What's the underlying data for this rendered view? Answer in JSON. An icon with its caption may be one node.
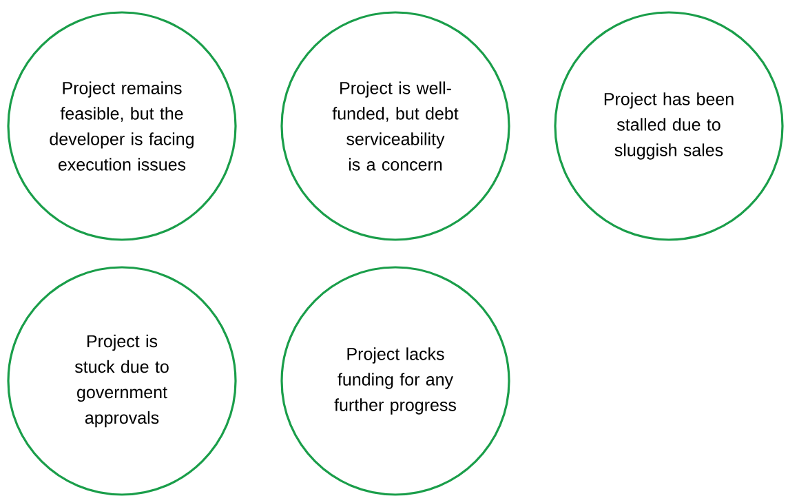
{
  "diagram": {
    "nodes": [
      {
        "text": [
          "Project remains feasible, but the developer is facing execution issues"
        ]
      },
      {
        "text": [
          "Project is well-funded, but debt serviceability is a concern"
        ]
      },
      {
        "text": [
          "Project has been stalled due to sluggish sales"
        ]
      },
      {
        "text": [
          "Project is stuck due to government approvals"
        ]
      },
      {
        "text": [
          "Project lacks funding for any further progress"
        ]
      }
    ]
  }
}
